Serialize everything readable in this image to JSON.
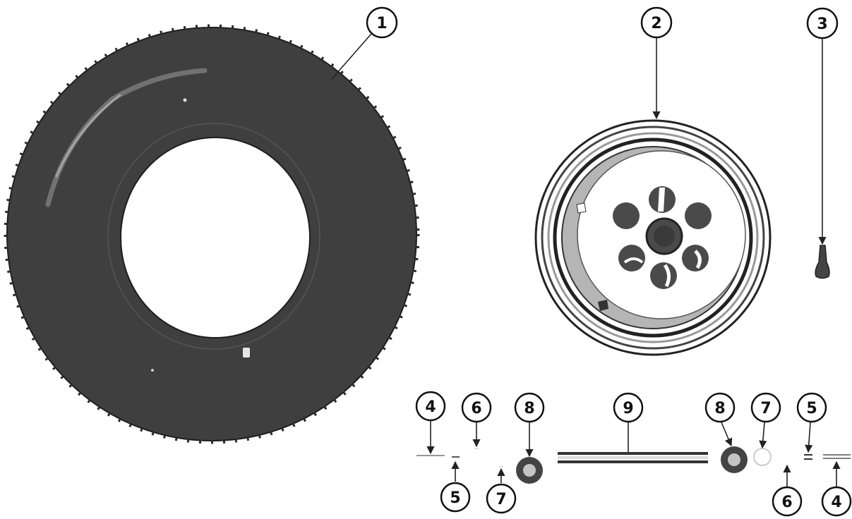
{
  "diagram": {
    "callouts": [
      "1",
      "2",
      "3",
      "4",
      "6",
      "8",
      "9",
      "8",
      "7",
      "5",
      "5",
      "7",
      "6",
      "4"
    ],
    "parts": {
      "tire": "tire-icon",
      "wheel": "wheel-rim-icon",
      "valve": "valve-stem-icon",
      "bearing": "bearing-icon",
      "axle": "axle-icon",
      "washer": "washer-icon"
    },
    "colors": {
      "background": "#ffffff",
      "part_dark": "#3f3f3f",
      "line": "#111111"
    }
  }
}
